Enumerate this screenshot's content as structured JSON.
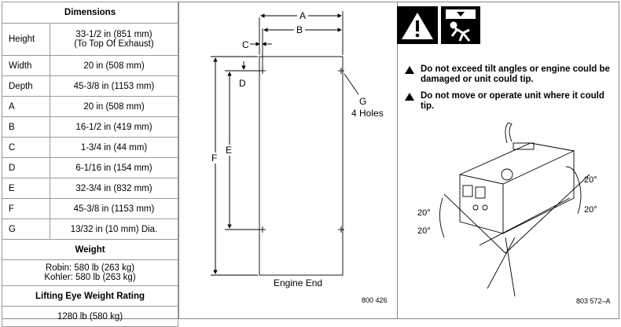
{
  "table": {
    "dimensions_header": "Dimensions",
    "rows": [
      {
        "label": "Height",
        "value": "33-1/2 in (851 mm)",
        "value2": "(To Top Of Exhaust)"
      },
      {
        "label": "Width",
        "value": "20 in (508 mm)"
      },
      {
        "label": "Depth",
        "value": "45-3/8 in (1153 mm)"
      },
      {
        "label": "A",
        "value": "20 in (508 mm)"
      },
      {
        "label": "B",
        "value": "16-1/2 in (419 mm)"
      },
      {
        "label": "C",
        "value": "1-3/4 in (44 mm)"
      },
      {
        "label": "D",
        "value": "6-1/16 in (154 mm)"
      },
      {
        "label": "E",
        "value": "32-3/4 in (832 mm)"
      },
      {
        "label": "F",
        "value": "45-3/8 in (1153 mm)"
      },
      {
        "label": "G",
        "value": "13/32 in (10 mm) Dia."
      }
    ],
    "weight_header": "Weight",
    "weight_line1": "Robin: 580 lb (263 kg)",
    "weight_line2": "Kohler: 580 lb (263 kg)",
    "lifting_header": "Lifting Eye Weight Rating",
    "lifting_value": "1280 lb (580 kg)"
  },
  "drawing": {
    "label_a": "A",
    "label_b": "B",
    "label_c": "C",
    "label_d": "D",
    "label_e": "E",
    "label_f": "F",
    "label_g": "G",
    "holes": "4 Holes",
    "engine_end": "Engine End",
    "fig_number": "800 426"
  },
  "warnings": {
    "items": [
      "Do not exceed tilt angles or engine could be damaged or unit could tip.",
      "Do not move or operate unit where it could tip."
    ],
    "angle_top_right": "20°",
    "angle_mid_right": "20°",
    "angle_left_top": "20°",
    "angle_left_bottom": "20°",
    "fig_number": "803 572–A"
  }
}
